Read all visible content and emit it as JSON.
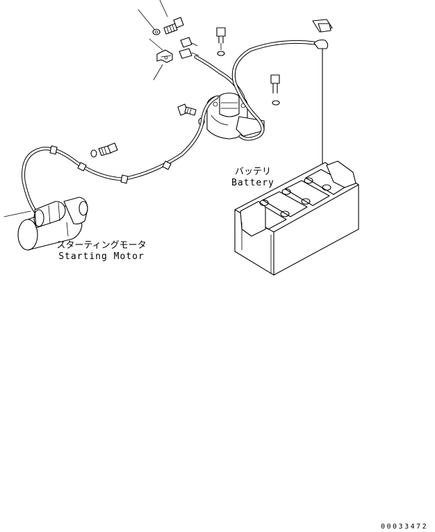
{
  "labels": {
    "battery_jp": "バッテリ",
    "battery_en": "Battery",
    "starting_motor_jp": "スターティングモータ",
    "starting_motor_en": "Starting Motor"
  },
  "drawing_number": "00033472",
  "colors": {
    "line": "#000000",
    "background": "#ffffff"
  }
}
